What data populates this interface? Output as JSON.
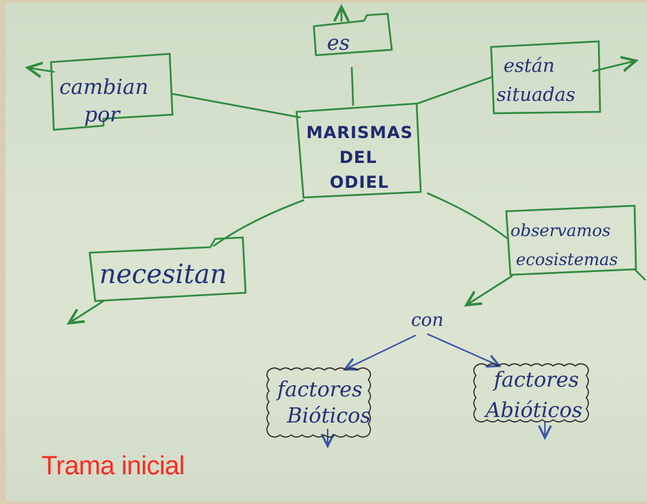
{
  "diagram": {
    "center_lines": [
      "MARISMAS",
      "DEL",
      "ODIEL"
    ],
    "nodes": {
      "es": "es",
      "cambian_por": [
        "cambian",
        "por"
      ],
      "estan_situadas": [
        "están",
        "situadas"
      ],
      "necesitan": "necesitan",
      "observamos": [
        "observamos",
        "ecosistemas"
      ],
      "con": "con",
      "factores_bioticos": [
        "factores",
        "Bióticos"
      ],
      "factores_abioticos": [
        "factores",
        "Abióticos"
      ]
    },
    "colors": {
      "green_line": "#2f8a3f",
      "blue_line": "#3b56a8",
      "ink": "#24307a"
    }
  },
  "caption": "Trama inicial"
}
